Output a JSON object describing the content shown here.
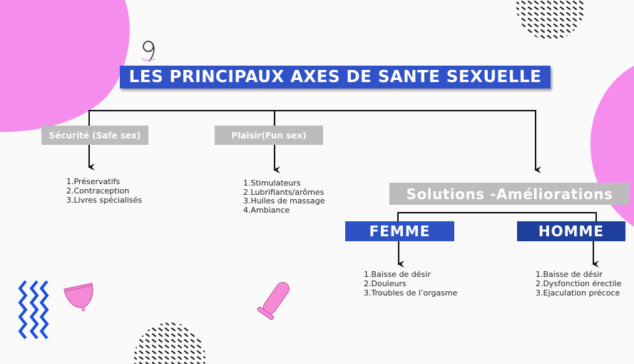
{
  "title": "LES PRINCIPAUX AXES DE SANTE SEXUELLE",
  "categories": [
    {
      "label": "Sécurité (Safe sex)",
      "items": [
        "1.Préservatifs",
        "2.Contraception",
        "3.Livres spécialisés"
      ]
    },
    {
      "label": "Plaisir(Fun sex)",
      "items": [
        "1.Stimulateurs",
        "2.Lubrifiants/arômes",
        "3.Huiles de massage",
        "4.Ambiance"
      ]
    }
  ],
  "solutions": {
    "label": "Solutions -Améliorations",
    "femme": {
      "label": "FEMME",
      "items": [
        "1.Baisse de désir",
        "2.Douleurs",
        "3.Troubles de l’orgasme"
      ]
    },
    "homme": {
      "label": "HOMME",
      "items": [
        "1.Baisse de désir",
        "2.Dysfonction érectile",
        "3.Ejaculation précoce"
      ]
    }
  },
  "colors": {
    "title_blue": "#2f52c9",
    "homme_blue": "#1f3f9c",
    "grey": "#bdbbbd",
    "pink_blob": "#f58ded",
    "zigzag_blue": "#1c4fe0"
  },
  "decorations": [
    "pink-blob-top-left",
    "pink-blob-right",
    "dotted-circle-top",
    "dotted-circle-bottom",
    "zigzag-icon",
    "menstrual-cup-icon",
    "condom-icon",
    "symbol-doodle"
  ]
}
